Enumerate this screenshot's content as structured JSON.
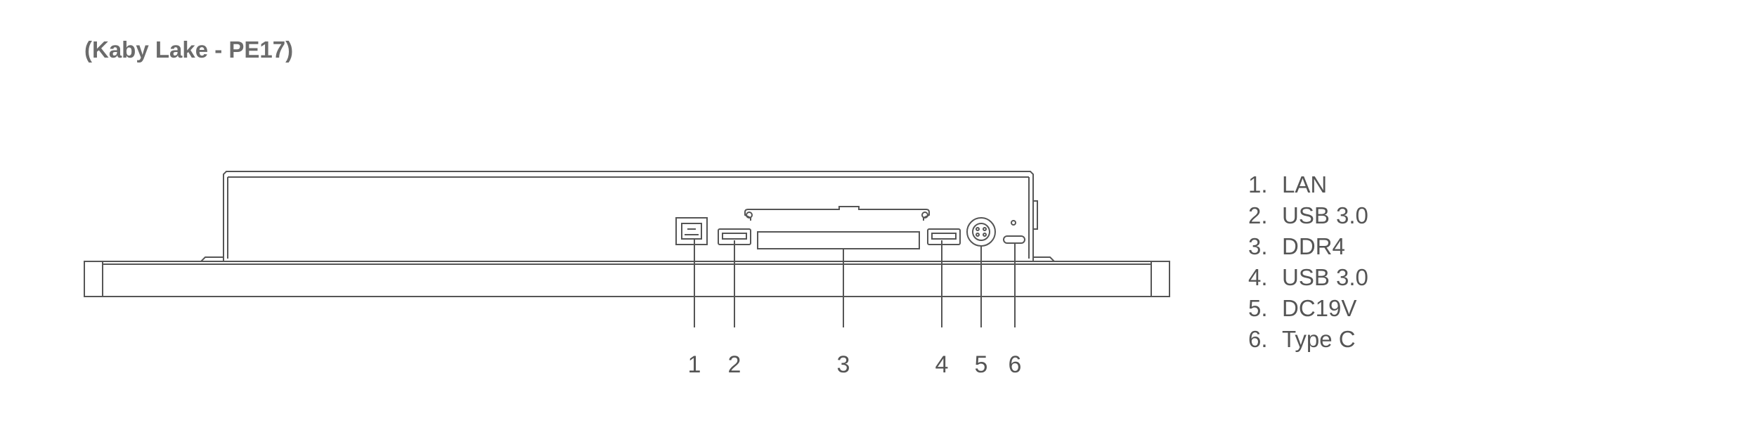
{
  "title": "(Kaby Lake - PE17)",
  "callouts": [
    "1",
    "2",
    "3",
    "4",
    "5",
    "6"
  ],
  "legend": [
    {
      "num": "1.",
      "label": "LAN"
    },
    {
      "num": "2.",
      "label": "USB 3.0"
    },
    {
      "num": "3.",
      "label": "DDR4"
    },
    {
      "num": "4.",
      "label": "USB 3.0"
    },
    {
      "num": "5.",
      "label": "DC19V"
    },
    {
      "num": "6.",
      "label": "Type C"
    }
  ],
  "colors": {
    "line": "#555555",
    "text": "#555555",
    "title": "#6b6b6b"
  }
}
